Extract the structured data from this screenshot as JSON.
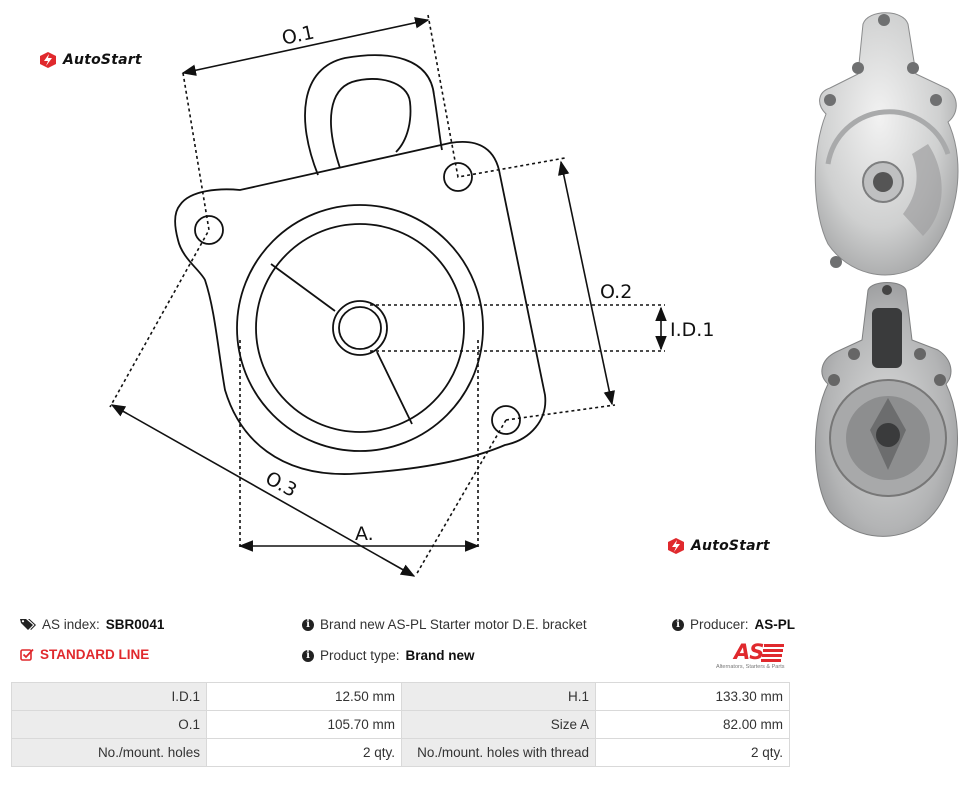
{
  "brand": {
    "name": "AutoStart",
    "accent": "#e0292d"
  },
  "drawing": {
    "dimensions": {
      "o1": "O.1",
      "o2": "O.2",
      "o3": "O.3",
      "id1": "I.D.1",
      "a": "A."
    }
  },
  "photos": [
    {
      "name": "bracket-photo-front",
      "icon": "starter-bracket-photo"
    },
    {
      "name": "bracket-photo-back",
      "icon": "starter-bracket-photo"
    }
  ],
  "info": {
    "as_index_label": "AS index:",
    "as_index_value": "SBR0041",
    "line": "STANDARD LINE",
    "description": "Brand new AS-PL Starter motor D.E. bracket",
    "product_type_label": "Product type:",
    "product_type_value": "Brand new",
    "producer_label": "Producer:",
    "producer_value": "AS-PL",
    "producer_logo_text": "AS",
    "producer_logo_tagline": "Alternators, Starters & Parts"
  },
  "specs": [
    [
      "I.D.1",
      "12.50 mm",
      "H.1",
      "133.30 mm"
    ],
    [
      "O.1",
      "105.70 mm",
      "Size A",
      "82.00 mm"
    ],
    [
      "No./mount. holes",
      "2 qty.",
      "No./mount. holes with thread",
      "2 qty."
    ]
  ]
}
